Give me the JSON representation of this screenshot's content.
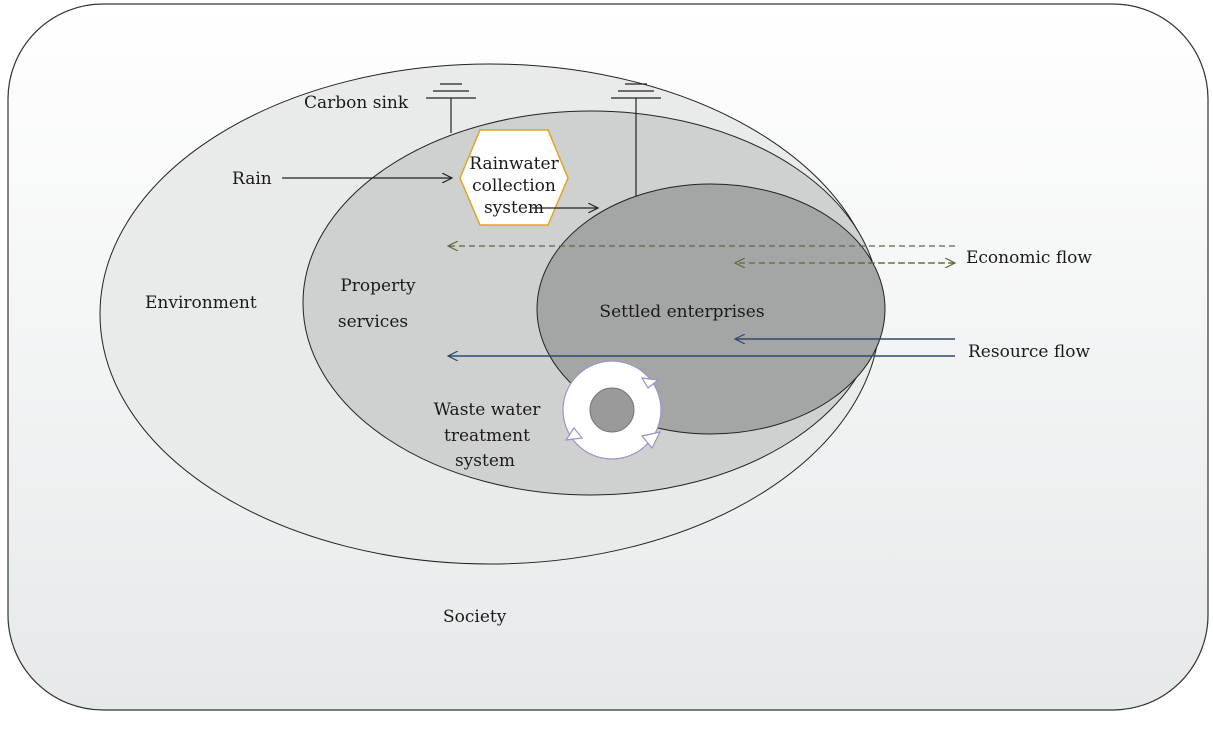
{
  "labels": {
    "carbon_sink": "Carbon sink",
    "rain": "Rain",
    "rainwater_line1": "Rainwater",
    "rainwater_line2": "collection",
    "rainwater_line3": "system",
    "environment": "Environment",
    "property_line1": "Property",
    "property_line2": "services",
    "settled": "Settled enterprises",
    "waste_line1": "Waste water",
    "waste_line2": "treatment",
    "waste_line3": "system",
    "economic_flow": "Economic flow",
    "resource_flow": "Resource flow",
    "society": "Society"
  },
  "colors": {
    "frame_stroke": "#333333",
    "environment_fill": "#e9eaea",
    "property_fill": "#cfd0d0",
    "settled_fill": "#a4a5a5",
    "hexagon_stroke": "#e0a520",
    "economic_flow": "#5c6a3a",
    "resource_flow": "#2d4a6e",
    "recycle_outline": "#9b93c4"
  }
}
